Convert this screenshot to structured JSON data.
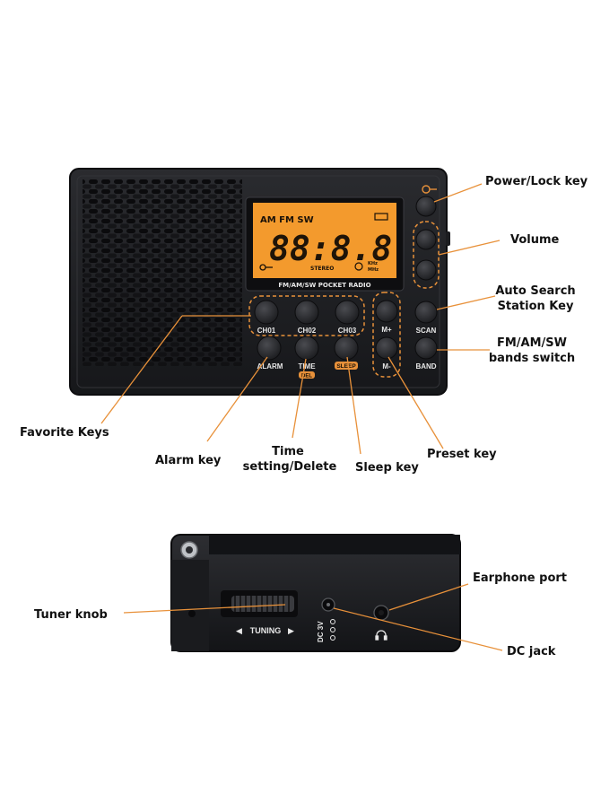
{
  "colors": {
    "accent_orange": "#e8913a",
    "lcd_orange": "#f39a2d",
    "body_black": "#1c1d20",
    "button_dark": "#2b2c30"
  },
  "front": {
    "lcd": {
      "bands": "AM FM SW",
      "digits": "88:8.8",
      "stereo": "STEREO",
      "units_khz": "KHz",
      "units_mhz": "MHz"
    },
    "brand_strip": "FM/AM/SW POCKET RADIO",
    "buttons": {
      "ch01": "CH01",
      "ch02": "CH02",
      "ch03": "CH03",
      "alarm": "ALARM",
      "time": "TIME",
      "del": "DEL",
      "sleep": "SLEEP",
      "m_plus": "M+",
      "m_minus": "M-",
      "scan": "SCAN",
      "band": "BAND"
    }
  },
  "side": {
    "tuning": "TUNING",
    "dc_label": "DC 3V"
  },
  "callouts": {
    "power_lock": "Power/Lock key",
    "volume": "Volume",
    "auto_search_1": "Auto Search",
    "auto_search_2": "Station Key",
    "fm_am_sw_1": "FM/AM/SW",
    "fm_am_sw_2": "bands switch",
    "favorite": "Favorite Keys",
    "alarm": "Alarm key",
    "time_1": "Time",
    "time_2": "setting/Delete",
    "sleep": "Sleep key",
    "preset": "Preset key",
    "earphone": "Earphone port",
    "tuner": "Tuner knob",
    "dc_jack": "DC jack"
  },
  "icons": [
    "power-icon",
    "volume-up-icon",
    "volume-down-icon",
    "key-lock-icon",
    "alarm-clock-icon",
    "battery-icon",
    "headphone-icon",
    "dc-polarity-icon"
  ]
}
